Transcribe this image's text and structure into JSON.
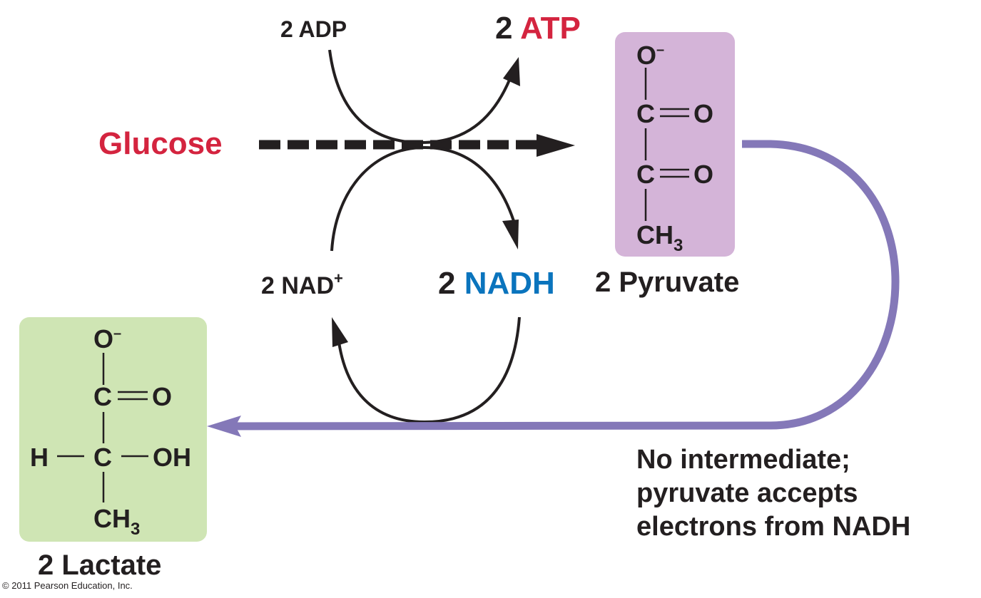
{
  "colors": {
    "glucose": "#d4243f",
    "atp": "#d4243f",
    "nadh": "#0a74bd",
    "pyruvate_box": "#d4b4d8",
    "lactate_box": "#cfe5b4",
    "path_line": "#8478b8",
    "text": "#231f20"
  },
  "labels": {
    "adp": "2 ADP",
    "atp_count": "2",
    "atp": "ATP",
    "glucose": "Glucose",
    "nad_count": "2",
    "nad": "NAD",
    "nad_charge": "+",
    "nadh_count": "2",
    "nadh": "NADH",
    "pyruvate": "2 Pyruvate",
    "lactate": "2 Lactate",
    "note_lines": [
      "No intermediate;",
      "pyruvate accepts",
      "electrons from NADH"
    ],
    "copyright": "© 2011 Pearson Education, Inc."
  },
  "pyruvate_structure": {
    "o_minus": "O",
    "charge": "–",
    "c1": "C",
    "o1": "O",
    "c2": "C",
    "o2": "O",
    "ch": "CH",
    "sub3": "3"
  },
  "lactate_structure": {
    "o_minus": "O",
    "charge": "–",
    "c1": "C",
    "o1": "O",
    "h": "H",
    "c2": "C",
    "oh": "OH",
    "ch": "CH",
    "sub3": "3"
  }
}
